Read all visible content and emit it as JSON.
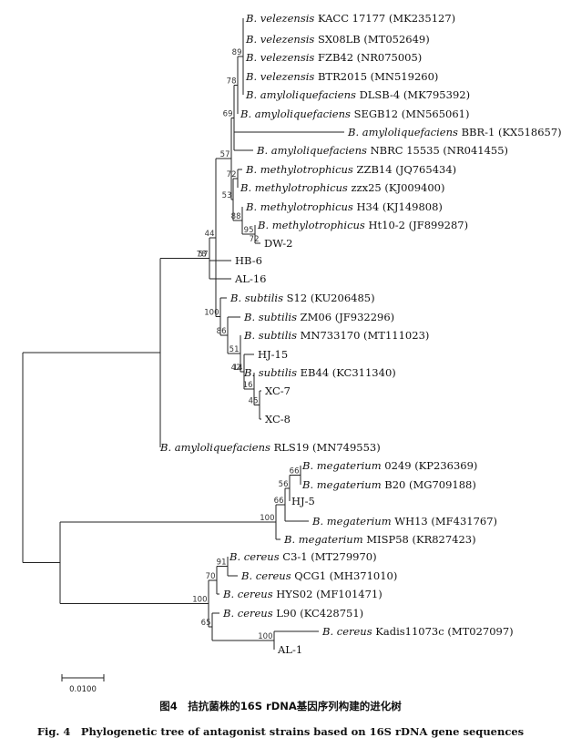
{
  "figure": {
    "caption_cn": "图4　拮抗菌株的16S rDNA基因序列构建的进化树",
    "caption_en": "Fig. 4　Phylogenetic tree of antagonist strains based on 16S rDNA gene sequences",
    "scale_bar_label": "0.0100"
  },
  "tree": {
    "leaves": [
      {
        "species": "B. velezensis",
        "strain": "KACC 17177",
        "accession": "(MK235127)"
      },
      {
        "species": "B. velezensis",
        "strain": "SX08LB",
        "accession": "(MT052649)"
      },
      {
        "species": "B. velezensis",
        "strain": "FZB42",
        "accession": "(NR075005)"
      },
      {
        "species": "B. velezensis",
        "strain": "BTR2015",
        "accession": "(MN519260)"
      },
      {
        "species": "B. amyloliquefaciens",
        "strain": "DLSB-4",
        "accession": "(MK795392)"
      },
      {
        "species": "B. amyloliquefaciens",
        "strain": "SEGB12",
        "accession": "(MN565061)"
      },
      {
        "species": "B. amyloliquefaciens",
        "strain": "BBR-1",
        "accession": "(KX518657)"
      },
      {
        "species": "B. amyloliquefaciens",
        "strain": "NBRC 15535",
        "accession": "(NR041455)"
      },
      {
        "species": "B. methylotrophicus",
        "strain": "ZZB14",
        "accession": "(JQ765434)"
      },
      {
        "species": "B. methylotrophicus",
        "strain": "zzx25",
        "accession": "(KJ009400)"
      },
      {
        "species": "B. methylotrophicus",
        "strain": "H34",
        "accession": "(KJ149808)"
      },
      {
        "species": "B. methylotrophicus",
        "strain": "Ht10-2",
        "accession": "(JF899287)"
      },
      {
        "species": "",
        "strain": "DW-2",
        "accession": ""
      },
      {
        "species": "",
        "strain": "HB-6",
        "accession": ""
      },
      {
        "species": "",
        "strain": "AL-16",
        "accession": ""
      },
      {
        "species": "B. subtilis",
        "strain": "S12",
        "accession": "(KU206485)"
      },
      {
        "species": "B. subtilis",
        "strain": "ZM06",
        "accession": "(JF932296)"
      },
      {
        "species": "B. subtilis",
        "strain": "MN733170",
        "accession": "(MT111023)"
      },
      {
        "species": "",
        "strain": "HJ-15",
        "accession": ""
      },
      {
        "species": "B. subtilis",
        "strain": "EB44",
        "accession": "(KC311340)"
      },
      {
        "species": "",
        "strain": "XC-7",
        "accession": ""
      },
      {
        "species": "",
        "strain": "XC-8",
        "accession": ""
      },
      {
        "species": "B. amyloliquefaciens",
        "strain": "RLS19",
        "accession": "(MN749553)"
      },
      {
        "species": "B. megaterium",
        "strain": "0249",
        "accession": "(KP236369)"
      },
      {
        "species": "B. megaterium",
        "strain": "B20",
        "accession": "(MG709188)"
      },
      {
        "species": "",
        "strain": "HJ-5",
        "accession": ""
      },
      {
        "species": "B. megaterium",
        "strain": "WH13",
        "accession": "(MF431767)"
      },
      {
        "species": "B. megaterium",
        "strain": "MISP58",
        "accession": "(KR827423)"
      },
      {
        "species": "B. cereus",
        "strain": "C3-1",
        "accession": "(MT279970)"
      },
      {
        "species": "B. cereus",
        "strain": "QCG1",
        "accession": "(MH371010)"
      },
      {
        "species": "B. cereus",
        "strain": "HYS02",
        "accession": "(MF101471)"
      },
      {
        "species": "B. cereus",
        "strain": "L90",
        "accession": "(KC428751)"
      },
      {
        "species": "B. cereus",
        "strain": "Kadis11073c",
        "accession": "(MT027097)"
      },
      {
        "species": "",
        "strain": "AL-1",
        "accession": ""
      }
    ],
    "bootstrap_values": [
      "89",
      "78",
      "69",
      "57",
      "53",
      "72",
      "88",
      "95",
      "72",
      "44",
      "78",
      "57",
      "86",
      "51",
      "42",
      "14",
      "16",
      "45",
      "100",
      "66",
      "56",
      "66",
      "100",
      "91",
      "70",
      "100",
      "65",
      "100"
    ]
  }
}
